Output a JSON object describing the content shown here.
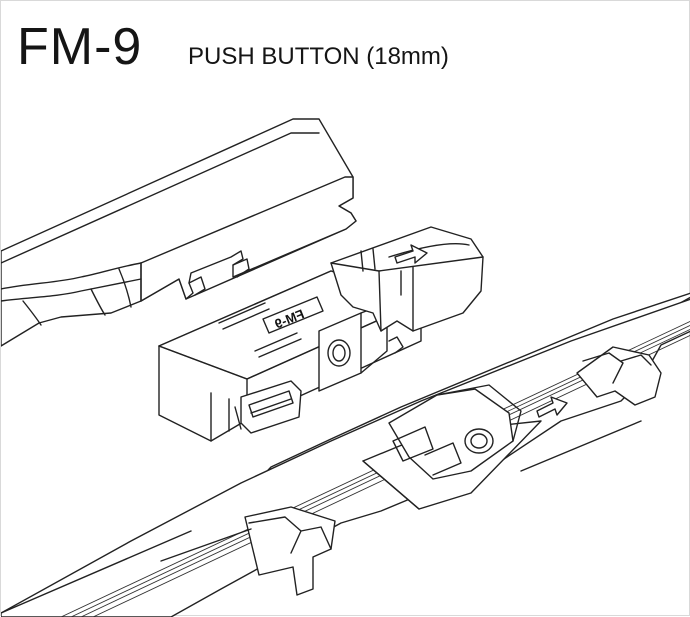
{
  "header": {
    "model": "FM-9",
    "subtitle": "PUSH BUTTON (18mm)"
  },
  "adapter": {
    "stamp_text": "FM-9"
  },
  "icons": {
    "adapter_arrow": "right-arrow-icon",
    "blade_arrow": "right-arrow-icon"
  }
}
